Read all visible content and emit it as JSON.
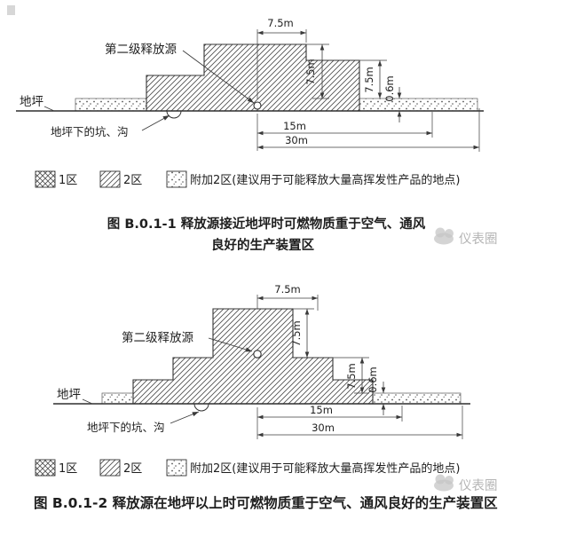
{
  "colors": {
    "line": "#3a3a3a",
    "text": "#1e1e1e",
    "watermark": "#b5b5b5"
  },
  "legend": {
    "zone1_label": "1区",
    "zone2_label": "2区",
    "zone2_additional_label": "附加2区(建议用于可能释放大量高挥发性产品的地点)"
  },
  "diagram1": {
    "release_source_label": "第二级释放源",
    "ground_label": "地坪",
    "pit_label": "地坪下的坑、沟",
    "dims": {
      "top_width": "7.5m",
      "upper_height": "7.5m",
      "lower_height": "7.5m",
      "strip_height": "0.6m",
      "radius_inner": "15m",
      "radius_outer": "30m"
    },
    "caption_line1": "图 B.0.1-1  释放源接近地坪时可燃物质重于空气、通风",
    "caption_line2": "良好的生产装置区"
  },
  "diagram2": {
    "release_source_label": "第二级释放源",
    "ground_label": "地坪",
    "pit_label": "地坪下的坑、沟",
    "dims": {
      "top_width": "7.5m",
      "upper_height": "7.5m",
      "lower_height": "7.5m",
      "strip_height": "0.6m",
      "radius_inner": "15m",
      "radius_outer": "30m"
    },
    "caption": "图 B.0.1-2  释放源在地坪以上时可燃物质重于空气、通风良好的生产装置区"
  },
  "watermark": {
    "text": "仪表圈"
  }
}
